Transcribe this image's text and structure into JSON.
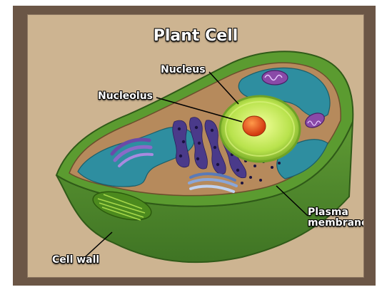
{
  "title": "Plant Cell",
  "labels": {
    "nucleus": "Nucleus",
    "nucleolus": "Nucleolus",
    "plasma_line1": "Plasma",
    "plasma_line2": "membrane",
    "cell_wall": "Cell wall"
  },
  "colors": {
    "frame": "#6b5646",
    "background": "#cdb491",
    "cell_wall": "#4f8a2c",
    "cytoplasm": "#b68a5c",
    "vacuole": "#2e8ea0",
    "nucleus": "#b4e04a",
    "nucleolus": "#e04a1a",
    "er": "#4a3a8a"
  }
}
